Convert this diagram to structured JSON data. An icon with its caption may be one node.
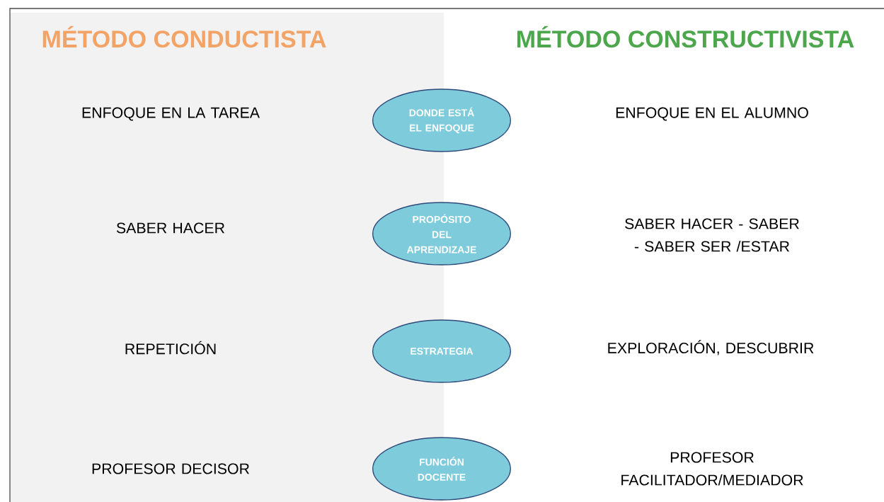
{
  "diagram": {
    "nodes": [
      {
        "text": [
          "DONDE ESTÁ EL ENFOQUE"
        ]
      },
      {
        "text": [
          "PROPÓSITO DEL APRENDIZAJE"
        ]
      },
      {
        "text": [
          "ESTRATEGIA"
        ]
      },
      {
        "text": [
          "FUNCIÓN DOCENTE"
        ]
      }
    ],
    "labels": [
      "MÉTODO CONDUCTISTA",
      "MÉTODO CONSTRUCTIVISTA",
      "ENFOQUE EN LA TAREA",
      "ENFOQUE EN EL ALUMNO",
      "SABER HACER",
      "SABER HACER - SABER - SABER SER /ESTAR",
      "REPETICIÓN",
      "EXPLORACIÓN, DESCUBRIR",
      "PROFESOR DECISOR",
      "PROFESOR FACILITADOR/MEDIADOR"
    ]
  }
}
